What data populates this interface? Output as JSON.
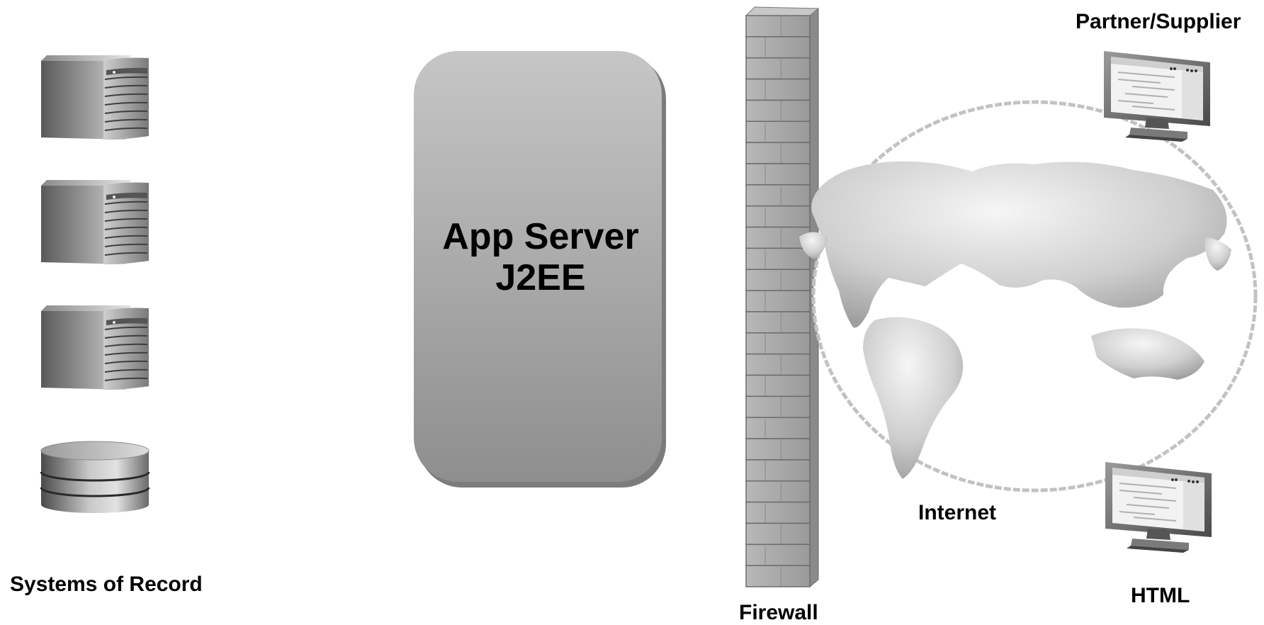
{
  "labels": {
    "systems_of_record": "Systems of Record",
    "app_server_line1": "App Server",
    "app_server_line2": "J2EE",
    "firewall": "Firewall",
    "internet": "Internet",
    "partner_supplier": "Partner/Supplier",
    "html": "HTML"
  },
  "icons": {
    "servers": [
      "server-icon",
      "server-icon",
      "server-icon"
    ],
    "database": "database-icon",
    "firewall": "brick-wall-icon",
    "internet": "globe-icon",
    "clients": [
      "monitor-icon",
      "monitor-icon"
    ]
  },
  "colors": {
    "app_server_top": "#c4c4c4",
    "app_server_bottom": "#8c8c8c",
    "firewall_brick": "#a8a8a8",
    "globe_outline": "#c8c8c8"
  }
}
